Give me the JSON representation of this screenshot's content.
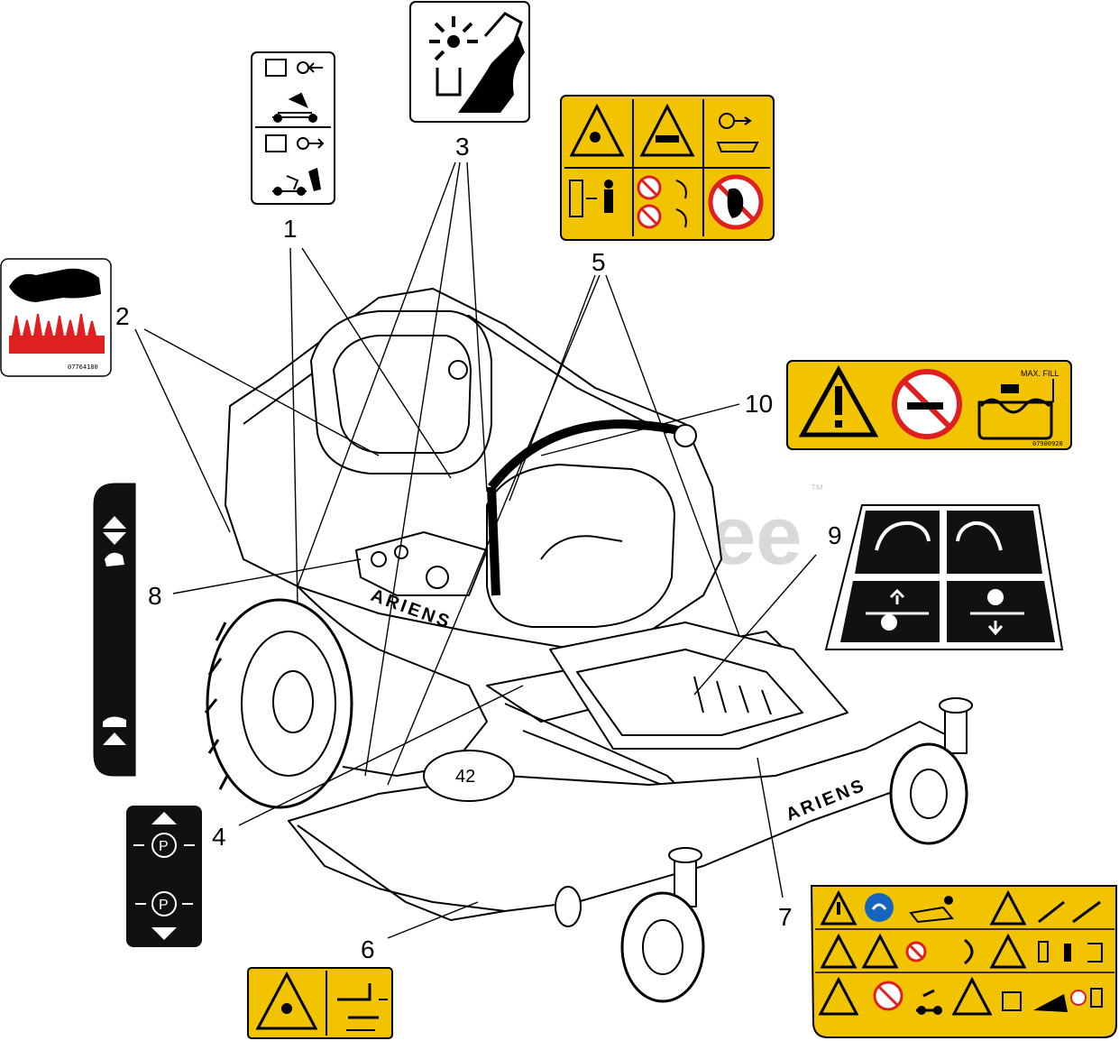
{
  "diagram": {
    "callouts": [
      "1",
      "2",
      "3",
      "4",
      "5",
      "6",
      "7",
      "8",
      "9",
      "10"
    ],
    "watermark": "PartsTree",
    "trademark": "™",
    "brand_labels": [
      "ARIENS",
      "ARIENS"
    ],
    "deck_size": "42"
  },
  "decals": {
    "hand_heat": {
      "code": "07764180"
    },
    "max_fill": {
      "label": "MAX. FILL",
      "code": "07900920"
    },
    "accent_yellow": "#f2c400",
    "accent_red": "#e02020"
  }
}
